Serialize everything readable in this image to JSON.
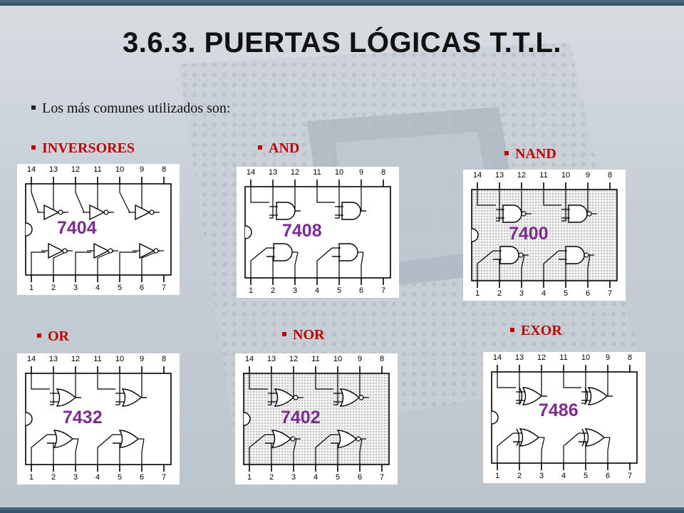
{
  "title": "3.6.3. PUERTAS LÓGICAS T.T.L.",
  "intro": "Los más comunes utilizados son:",
  "colors": {
    "accent_red": "#c00000",
    "part_number": "#7b2c8e",
    "frame": "#2f4d63"
  },
  "chips": [
    {
      "label": "INVERSORES",
      "part": "7404",
      "gate": "not",
      "shaded": false
    },
    {
      "label": "AND",
      "part": "7408",
      "gate": "and",
      "shaded": false
    },
    {
      "label": "NAND",
      "part": "7400",
      "gate": "nand",
      "shaded": true
    },
    {
      "label": "OR",
      "part": "7432",
      "gate": "or",
      "shaded": false
    },
    {
      "label": "NOR",
      "part": "7402",
      "gate": "nor",
      "shaded": true
    },
    {
      "label": "EXOR",
      "part": "7486",
      "gate": "xor",
      "shaded": false
    }
  ],
  "pins": {
    "top": [
      "14",
      "13",
      "12",
      "11",
      "10",
      "9",
      "8"
    ],
    "bottom": [
      "1",
      "2",
      "3",
      "4",
      "5",
      "6",
      "7"
    ]
  }
}
